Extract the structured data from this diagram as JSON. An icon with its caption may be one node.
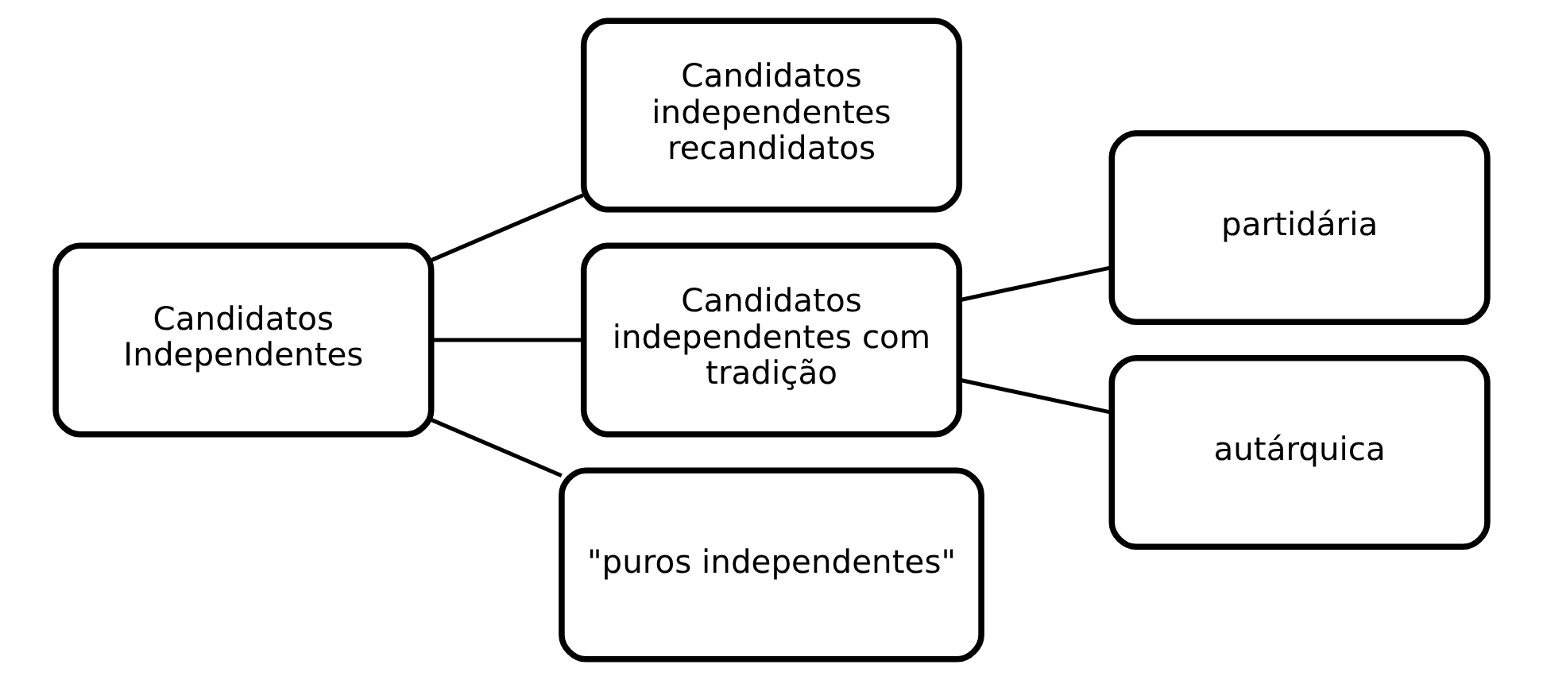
{
  "diagram": {
    "nodes": [
      {
        "text": [
          "Candidatos Independentes"
        ]
      },
      {
        "text": [
          "Candidatos independentes recandidatos"
        ]
      },
      {
        "text": [
          "Candidatos independentes com tradição"
        ]
      },
      {
        "text": [
          "\"puros independentes\""
        ]
      },
      {
        "text": [
          "partidária"
        ]
      },
      {
        "text": [
          "autárquica"
        ]
      }
    ],
    "edges": [
      {
        "from": 0,
        "to": 1,
        "arrow": "none"
      },
      {
        "from": 0,
        "to": 2,
        "arrow": "none"
      },
      {
        "from": 0,
        "to": 3,
        "arrow": "none"
      },
      {
        "from": 2,
        "to": 4,
        "arrow": "none"
      },
      {
        "from": 2,
        "to": 5,
        "arrow": "none"
      }
    ]
  }
}
